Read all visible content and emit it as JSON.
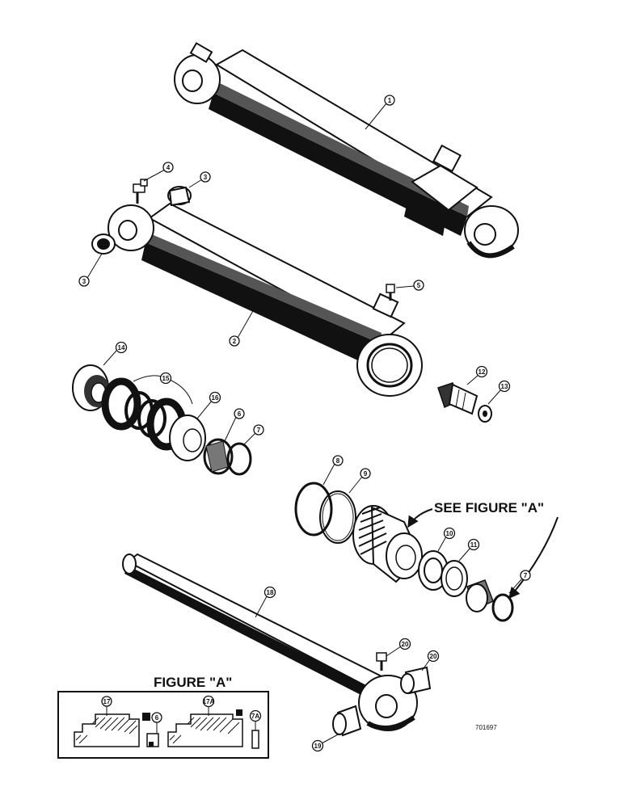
{
  "figure_callout": "SEE FIGURE \"A\"",
  "inset": {
    "title": "FIGURE \"A\""
  },
  "drawing_number": "701697",
  "callouts": {
    "c1": "1",
    "c2": "2",
    "c3a": "3",
    "c3b": "3",
    "c4": "4",
    "c5": "5",
    "c6": "6",
    "c7a": "7",
    "c7b": "7",
    "c8": "8",
    "c9": "9",
    "c10": "10",
    "c11": "11",
    "c12": "12",
    "c13": "13",
    "c14": "14",
    "c15": "15",
    "c16": "16",
    "c18": "18",
    "c19": "19",
    "c20a": "20",
    "c20b": "20",
    "i17": "17",
    "i6": "6",
    "i17a": "17A",
    "i7a": "7A"
  }
}
